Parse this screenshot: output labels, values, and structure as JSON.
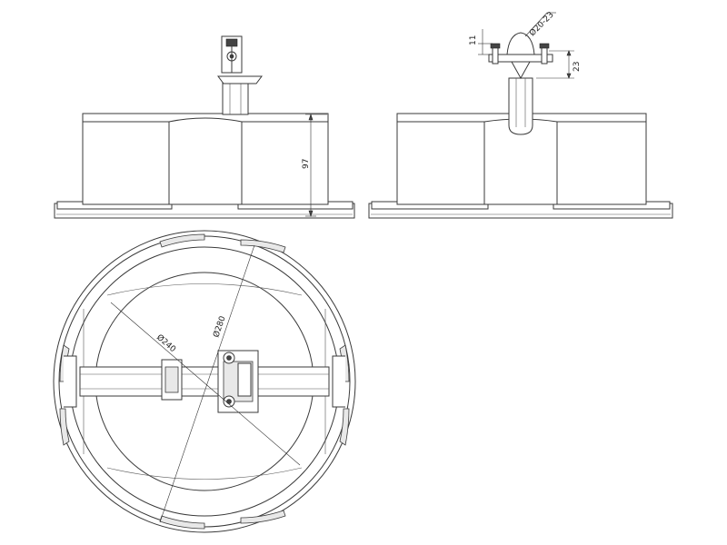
{
  "dimensions": {
    "height": "97",
    "clamp_height": "11",
    "clamp_offset": "23",
    "pipe_diameter": "Ø20-23",
    "inner_diameter": "Ø240",
    "outer_diameter": "Ø280"
  }
}
